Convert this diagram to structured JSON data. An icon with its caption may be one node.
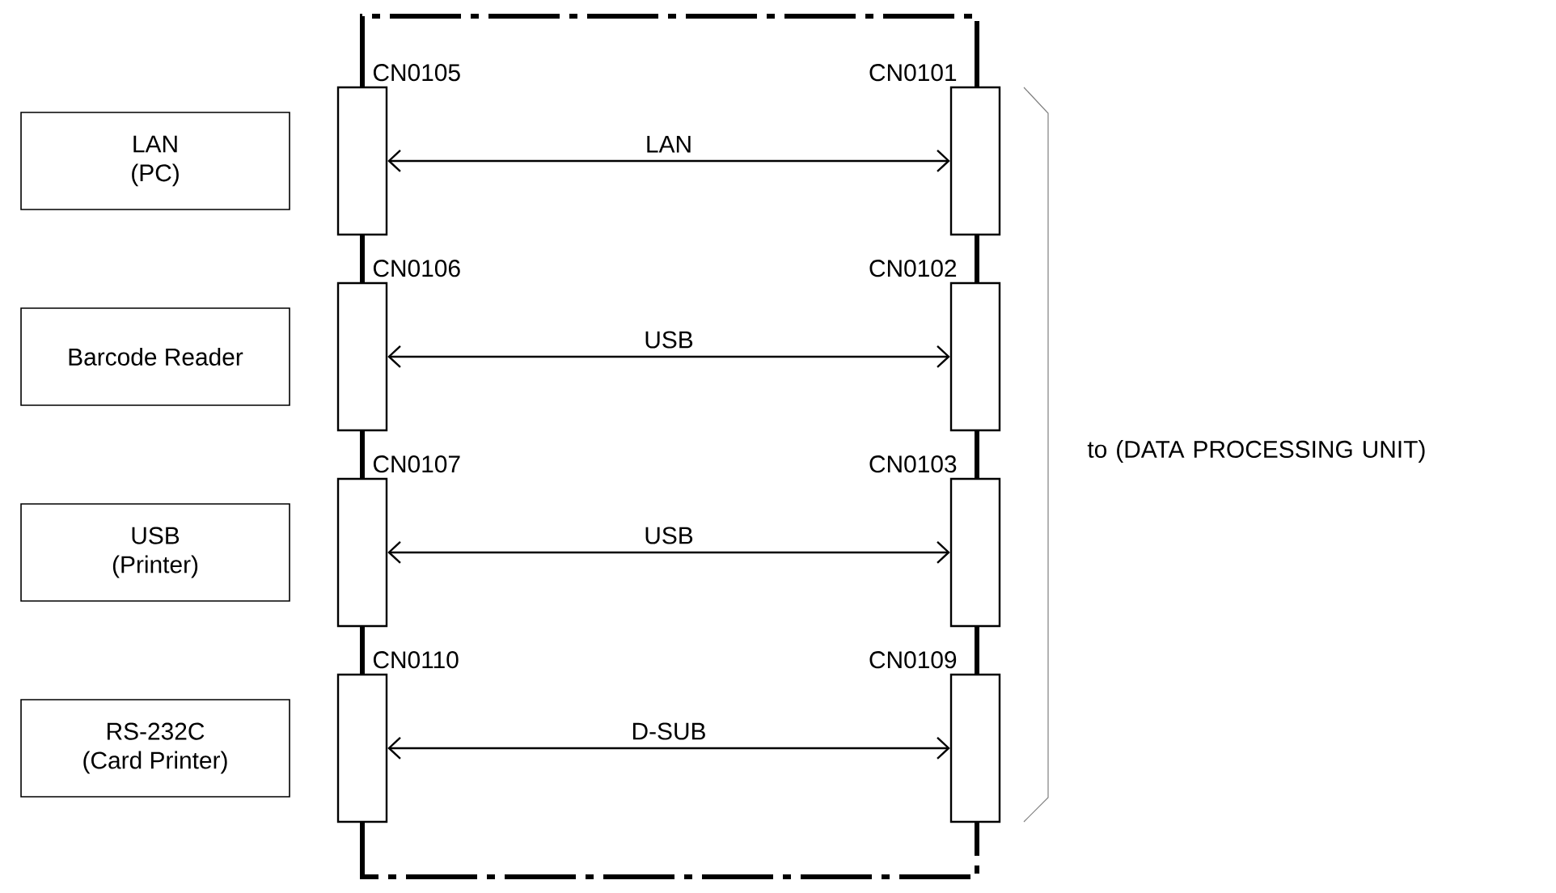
{
  "diagram": {
    "nodes": [
      {
        "text": [
          "LAN",
          "(PC)"
        ]
      },
      {
        "text": [],
        "shape": "box",
        "beside": [
          "CN0105"
        ]
      },
      {
        "text": [],
        "shape": "box",
        "beside": [
          "CN0101"
        ]
      },
      {
        "text": [
          "Barcode Reader"
        ]
      },
      {
        "text": [],
        "shape": "box",
        "beside": [
          "CN0106"
        ]
      },
      {
        "text": [],
        "shape": "box",
        "beside": [
          "CN0102"
        ]
      },
      {
        "text": [
          "USB",
          "(Printer)"
        ]
      },
      {
        "text": [],
        "shape": "box",
        "beside": [
          "CN0107"
        ]
      },
      {
        "text": [],
        "shape": "box",
        "beside": [
          "CN0103"
        ]
      },
      {
        "text": [
          "RS-232C",
          "(Card Printer)"
        ]
      },
      {
        "text": [],
        "shape": "box",
        "beside": [
          "CN0110"
        ]
      },
      {
        "text": [],
        "shape": "box",
        "beside": [
          "CN0109"
        ]
      }
    ],
    "edges": [
      {
        "from": 1,
        "to": 2,
        "arrow": "both",
        "label": "LAN"
      },
      {
        "from": 4,
        "to": 5,
        "arrow": "both",
        "label": "USB"
      },
      {
        "from": 7,
        "to": 8,
        "arrow": "both",
        "label": "USB"
      },
      {
        "from": 10,
        "to": 11,
        "arrow": "both",
        "label": "D-SUB"
      }
    ],
    "labels": [
      "to (DATA PROCESSING UNIT)"
    ]
  }
}
